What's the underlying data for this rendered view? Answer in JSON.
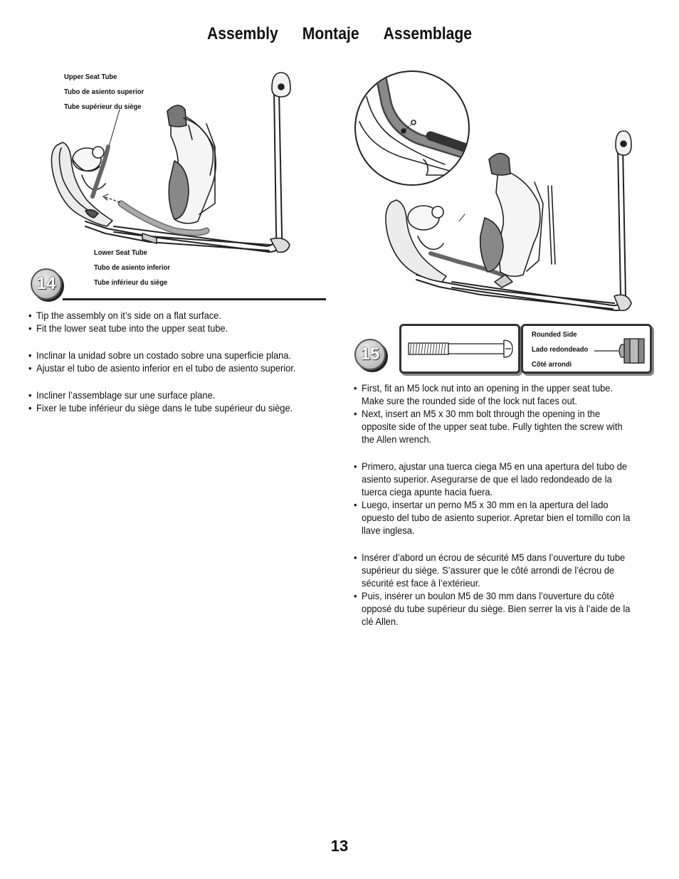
{
  "header": {
    "titles": [
      "Assembly",
      "Montaje",
      "Assemblage"
    ]
  },
  "step14": {
    "number": "14",
    "upper_labels": [
      "Upper Seat Tube",
      "Tubo de asiento superior",
      "Tube supérieur du siège"
    ],
    "lower_labels": [
      "Lower Seat Tube",
      "Tubo de asiento inferior",
      "Tube inférieur du siège"
    ],
    "instructions": {
      "en": [
        "Tip the assembly on it’s side on a flat surface.",
        "Fit the lower seat tube into the upper seat tube."
      ],
      "es": [
        "Inclinar la unidad sobre un costado sobre una superficie plana.",
        "Ajustar el tubo de asiento inferior en el tubo de asiento superior."
      ],
      "fr": [
        "Incliner l’assemblage sur une surface plane.",
        "Fixer le tube inférieur du siège dans le tube supérieur du siège."
      ]
    }
  },
  "step15": {
    "number": "15",
    "nut_labels": [
      "Rounded Side",
      "Lado redondeado",
      "Côté arrondi"
    ],
    "instructions": {
      "en": [
        "First, fit an M5 lock nut into an opening in the upper seat tube. Make sure the rounded side of the lock nut faces out.",
        "Next, insert an M5 x 30 mm bolt through the opening in the opposite side of the upper seat tube. Fully tighten the screw with the Allen wrench."
      ],
      "es": [
        "Primero, ajustar una tuerca ciega M5 en una apertura del tubo de asiento superior. Asegurarse de que el lado redondeado de la tuerca ciega apunte hacia fuera.",
        "Luego, insertar un perno M5 x 30 mm en la apertura del lado opuesto del tubo de asiento superior. Apretar bien el tornillo con la llave inglesa."
      ],
      "fr": [
        "Insérer d’abord un écrou de sécurité M5 dans l’ouverture du tube supérieur du siège. S’assurer que le côté arrondi de l’écrou de sécurité est face à l’extérieur.",
        "Puis, insérer un boulon M5 de 30 mm dans l’ouverture du côté opposé du tube supérieur du siège. Bien serrer la vis à l’aide de la clé Allen."
      ]
    }
  },
  "footer": {
    "page_number": "13"
  }
}
